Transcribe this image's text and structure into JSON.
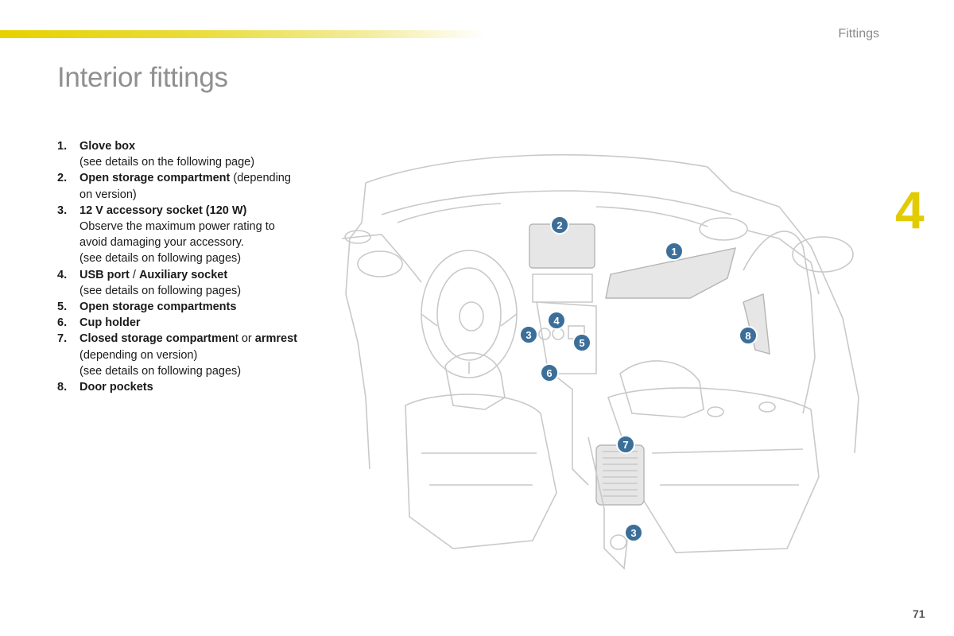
{
  "header": {
    "section": "Fittings",
    "chapter": "4",
    "page_number": "71"
  },
  "title": "Interior fittings",
  "legend": [
    {
      "num": "1.",
      "parts": [
        {
          "t": "Glove box",
          "b": true
        }
      ],
      "sub": [
        "(see details on the following page)"
      ]
    },
    {
      "num": "2.",
      "parts": [
        {
          "t": "Open storage compartment",
          "b": true
        },
        {
          "t": " (depending",
          "b": false
        }
      ],
      "sub": [
        "on version)"
      ]
    },
    {
      "num": "3.",
      "parts": [
        {
          "t": "12 V accessory socket (120 W)",
          "b": true
        }
      ],
      "sub": [
        "Observe the maximum power rating to",
        "avoid damaging your accessory.",
        "(see details on following pages)"
      ]
    },
    {
      "num": "4.",
      "parts": [
        {
          "t": "USB port",
          "b": true
        },
        {
          "t": " / ",
          "b": false
        },
        {
          "t": "Auxiliary socket",
          "b": true
        }
      ],
      "sub": [
        "(see details on following pages)"
      ]
    },
    {
      "num": "5.",
      "parts": [
        {
          "t": "Open storage compartments",
          "b": true
        }
      ],
      "sub": []
    },
    {
      "num": "6.",
      "parts": [
        {
          "t": "Cup holder",
          "b": true
        }
      ],
      "sub": []
    },
    {
      "num": "7.",
      "parts": [
        {
          "t": "Closed storage compartmen",
          "b": true
        },
        {
          "t": "t or ",
          "b": false
        },
        {
          "t": "armrest",
          "b": true
        }
      ],
      "sub": [
        "(depending on version)",
        "(see details on following pages)"
      ]
    },
    {
      "num": "8.",
      "parts": [
        {
          "t": "Door pockets",
          "b": true
        }
      ],
      "sub": []
    }
  ],
  "callouts": [
    "1",
    "2",
    "3",
    "4",
    "5",
    "6",
    "7",
    "8",
    "3"
  ],
  "colors": {
    "accent": "#e2cc00",
    "callout": "#3b6f9a",
    "title": "#8f9092"
  }
}
